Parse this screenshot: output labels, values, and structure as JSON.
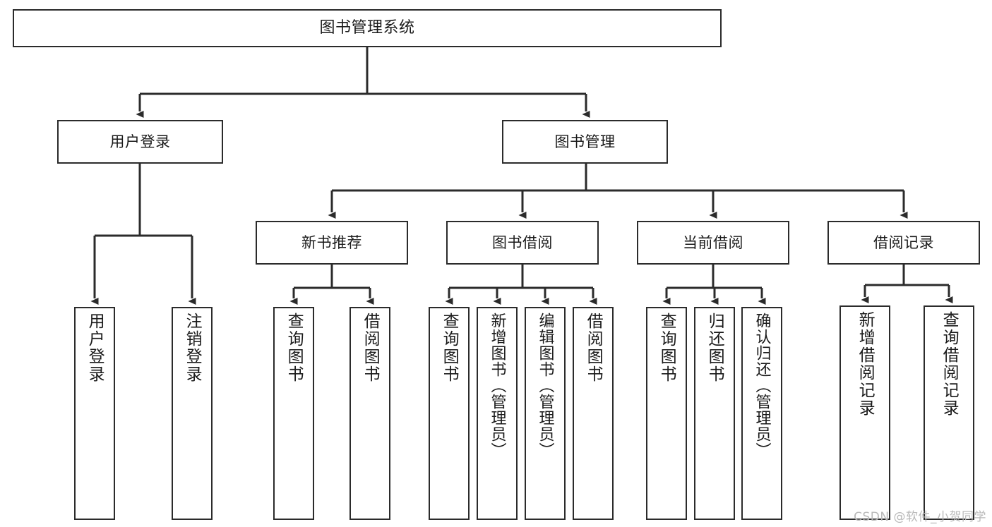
{
  "diagram": {
    "title": "图书管理系统",
    "type": "tree-hierarchy",
    "watermark": "CSDN @软件_小贺同学",
    "colors": {
      "stroke": "#2b2b2b",
      "fill": "#ffffff",
      "text": "#1a1a1a",
      "watermark": "#b9b9b9"
    },
    "root": {
      "label": "图书管理系统"
    },
    "level1": [
      {
        "label": "用户登录"
      },
      {
        "label": "图书管理"
      }
    ],
    "level2": [
      {
        "label": "新书推荐"
      },
      {
        "label": "图书借阅"
      },
      {
        "label": "当前借阅"
      },
      {
        "label": "借阅记录"
      }
    ],
    "leaves": {
      "user_login": [
        {
          "label": "用户登录"
        },
        {
          "label": "注销登录"
        }
      ],
      "new_book_recommend": [
        {
          "label": "查询图书"
        },
        {
          "label": "借阅图书"
        }
      ],
      "book_borrow": [
        {
          "label": "查询图书"
        },
        {
          "label": "新增图书（管理员）"
        },
        {
          "label": "编辑图书（管理员）"
        },
        {
          "label": "借阅图书"
        }
      ],
      "current_borrow": [
        {
          "label": "查询图书"
        },
        {
          "label": "归还图书"
        },
        {
          "label": "确认归还（管理员）"
        }
      ],
      "borrow_record": [
        {
          "label": "新增借阅记录"
        },
        {
          "label": "查询借阅记录"
        }
      ]
    }
  }
}
